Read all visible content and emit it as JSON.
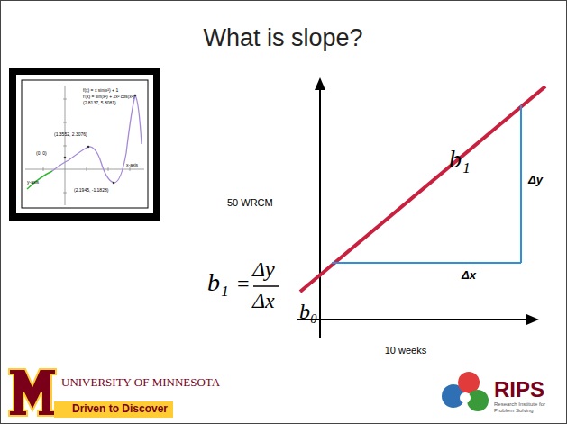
{
  "diagram": {
    "title": "What is slope?",
    "labels": [
      "b₁",
      "=",
      "Δy",
      "Δx",
      "50 WRCM",
      "b₁",
      "Δy",
      "Δx",
      "b₀",
      "10 weeks",
      "f(x) = x sin(x²) + 1",
      "f′(x) = sin(x²) + 2x² cos(x²)",
      "(2.8137, 5.8081)",
      "(1.3552, 2.3076)",
      "(0, 0)",
      "x-axis",
      "y-axis",
      "(2.1945, -1.1828)",
      "UNIVERSITY OF MINNESOTA",
      "Driven to Discover",
      "RIPS",
      "Research Institute for Problem Solving"
    ]
  }
}
